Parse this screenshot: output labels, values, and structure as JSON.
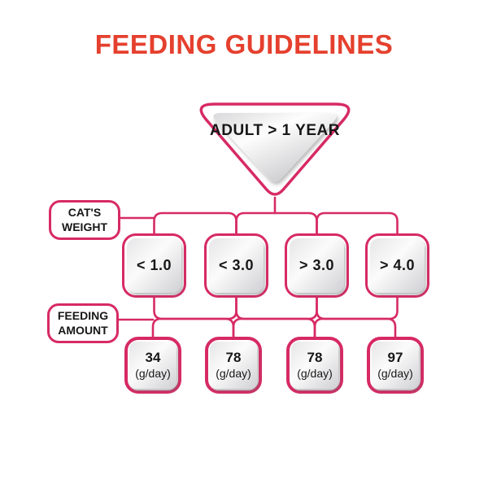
{
  "title": "FEEDING GUIDELINES",
  "colors": {
    "title_red": "#e5402e",
    "line_pink": "#d72a64",
    "box_fill_light": "#fbfbfb",
    "box_fill_dark": "#d0d0d4"
  },
  "flowchart": {
    "root_label": "ADULT > 1 YEAR",
    "row_labels": [
      {
        "line1": "CAT'S",
        "line2": "WEIGHT"
      },
      {
        "line1": "FEEDING",
        "line2": "AMOUNT"
      }
    ],
    "weights": [
      "< 1.0",
      "< 3.0",
      "> 3.0",
      "> 4.0"
    ],
    "amounts": [
      {
        "value": "34",
        "unit": "(g/day)"
      },
      {
        "value": "78",
        "unit": "(g/day)"
      },
      {
        "value": "78",
        "unit": "(g/day)"
      },
      {
        "value": "97",
        "unit": "(g/day)"
      }
    ]
  }
}
